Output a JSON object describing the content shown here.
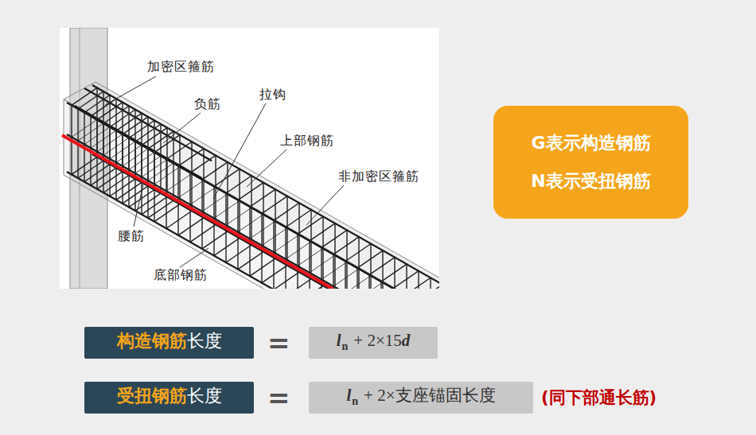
{
  "diagram": {
    "nodes": [
      {
        "text": [
          "G表示构造钢筋",
          "N表示受扭钢筋"
        ]
      },
      {
        "text": [
          "构造钢筋",
          "长度"
        ]
      },
      {
        "text": [
          "l",
          "n",
          "+ 2×15",
          "d"
        ]
      },
      {
        "text": [
          "受扭钢筋",
          "长度"
        ]
      },
      {
        "text": [
          "l",
          "n",
          "+ 2×支座锚固长度"
        ]
      }
    ],
    "labels": [
      "加密区箍筋",
      "负筋",
      "拉钩",
      "上部钢筋",
      "非加密区箍筋",
      "腰筋",
      "底部钢筋",
      "=",
      "=",
      "(同下部通长筋)"
    ]
  }
}
